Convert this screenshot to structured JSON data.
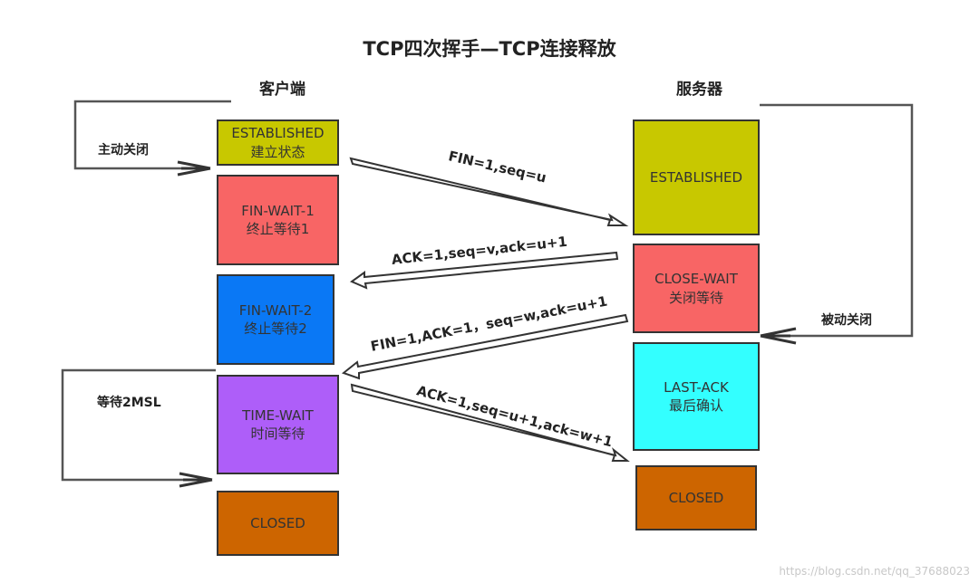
{
  "title": "TCP四次挥手—TCP连接释放",
  "client": {
    "header": "客户端",
    "states": [
      {
        "name": "ESTABLISHED",
        "desc": "建立状态",
        "color": "#c8c800"
      },
      {
        "name": "FIN-WAIT-1",
        "desc": "终止等待1",
        "color": "#f86565"
      },
      {
        "name": "FIN-WAIT-2",
        "desc": "终止等待2",
        "color": "#0a78f5"
      },
      {
        "name": "TIME-WAIT",
        "desc": "时间等待",
        "color": "#ae5ef9"
      },
      {
        "name": "CLOSED",
        "desc": "",
        "color": "#cd6500"
      }
    ],
    "active_close_label": "主动关闭",
    "wait_label": "等待2MSL"
  },
  "server": {
    "header": "服务器",
    "states": [
      {
        "name": "ESTABLISHED",
        "desc": "",
        "color": "#c8c800"
      },
      {
        "name": "CLOSE-WAIT",
        "desc": "关闭等待",
        "color": "#f86565"
      },
      {
        "name": "LAST-ACK",
        "desc": "最后确认",
        "color": "#33ffff"
      },
      {
        "name": "CLOSED",
        "desc": "",
        "color": "#cd6500"
      }
    ],
    "passive_close_label": "被动关闭"
  },
  "messages": [
    {
      "label": "FIN=1,seq=u",
      "direction": "client-to-server"
    },
    {
      "label": "ACK=1,seq=v,ack=u+1",
      "direction": "server-to-client"
    },
    {
      "label": "FIN=1,ACK=1，seq=w,ack=u+1",
      "direction": "server-to-client"
    },
    {
      "label": "ACK=1,seq=u+1,ack=w+1",
      "direction": "client-to-server"
    }
  ],
  "watermark": "https://blog.csdn.net/qq_37688023"
}
